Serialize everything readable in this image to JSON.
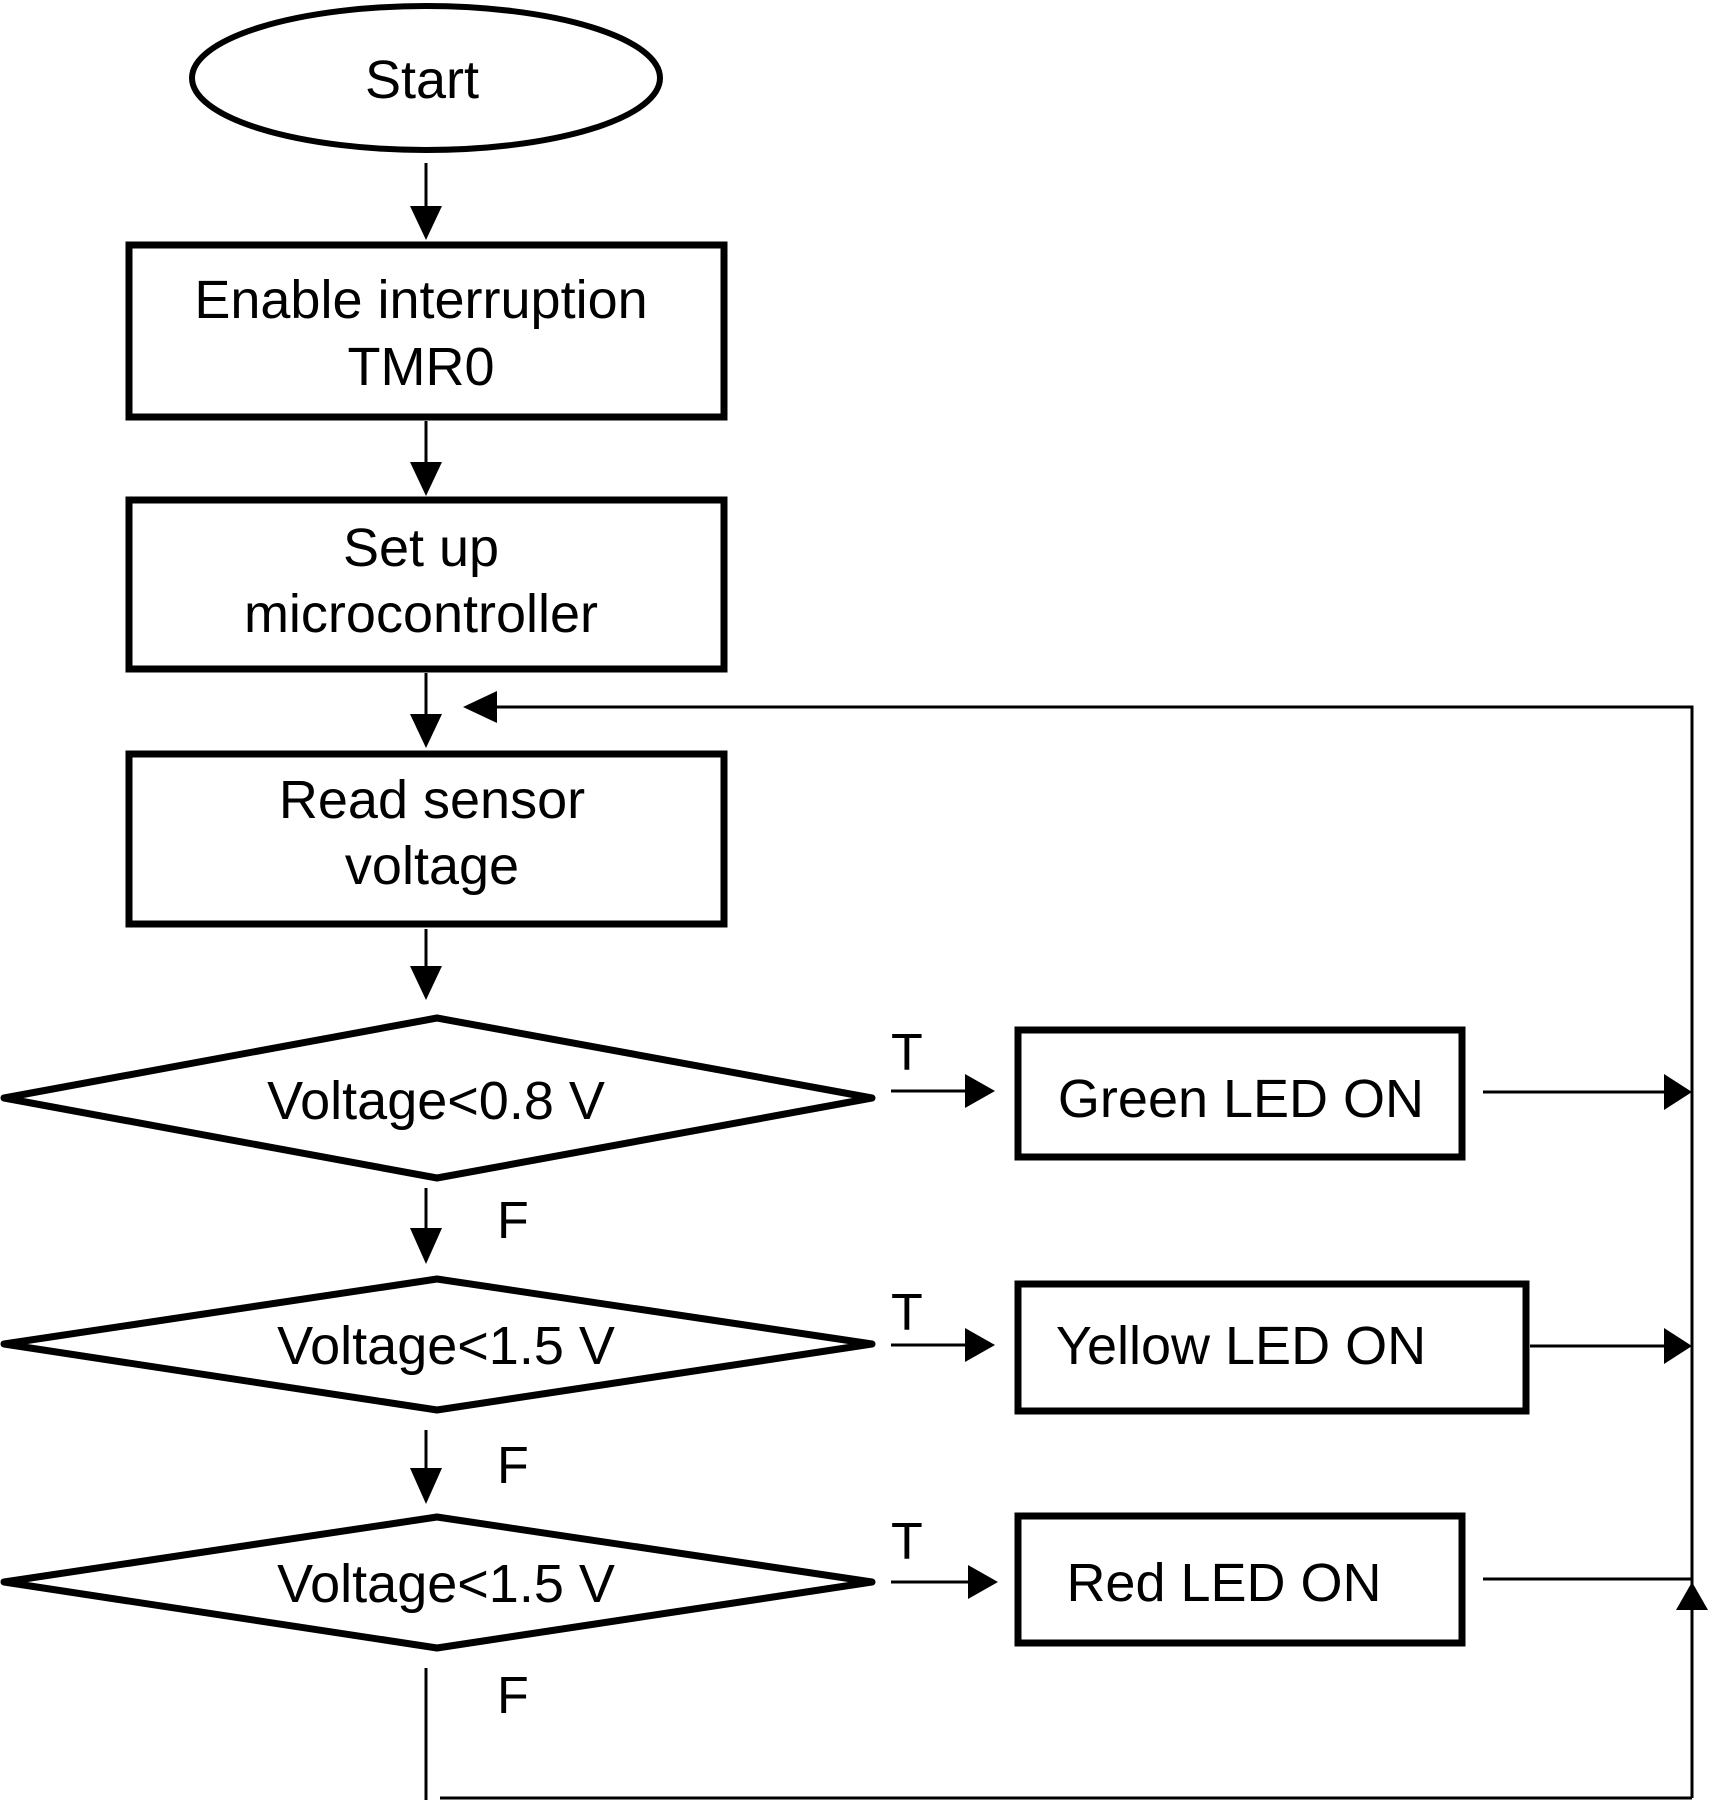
{
  "flowchart": {
    "start": {
      "label": "Start"
    },
    "steps": [
      {
        "lines": [
          "Enable interruption",
          "TMR0"
        ]
      },
      {
        "lines": [
          "Set up",
          "microcontroller"
        ]
      },
      {
        "lines": [
          "Read sensor",
          "voltage"
        ]
      }
    ],
    "decisions": [
      {
        "label": "Voltage<0.8 V",
        "true_label": "T",
        "false_label": "F",
        "action": "Green LED ON"
      },
      {
        "label": "Voltage<1.5 V",
        "true_label": "T",
        "false_label": "F",
        "action": "Yellow LED ON"
      },
      {
        "label": "Voltage<1.5 V",
        "true_label": "T",
        "false_label": "F",
        "action": "Red LED ON"
      }
    ],
    "colors": {
      "stroke": "#000000",
      "background": "#ffffff"
    }
  }
}
